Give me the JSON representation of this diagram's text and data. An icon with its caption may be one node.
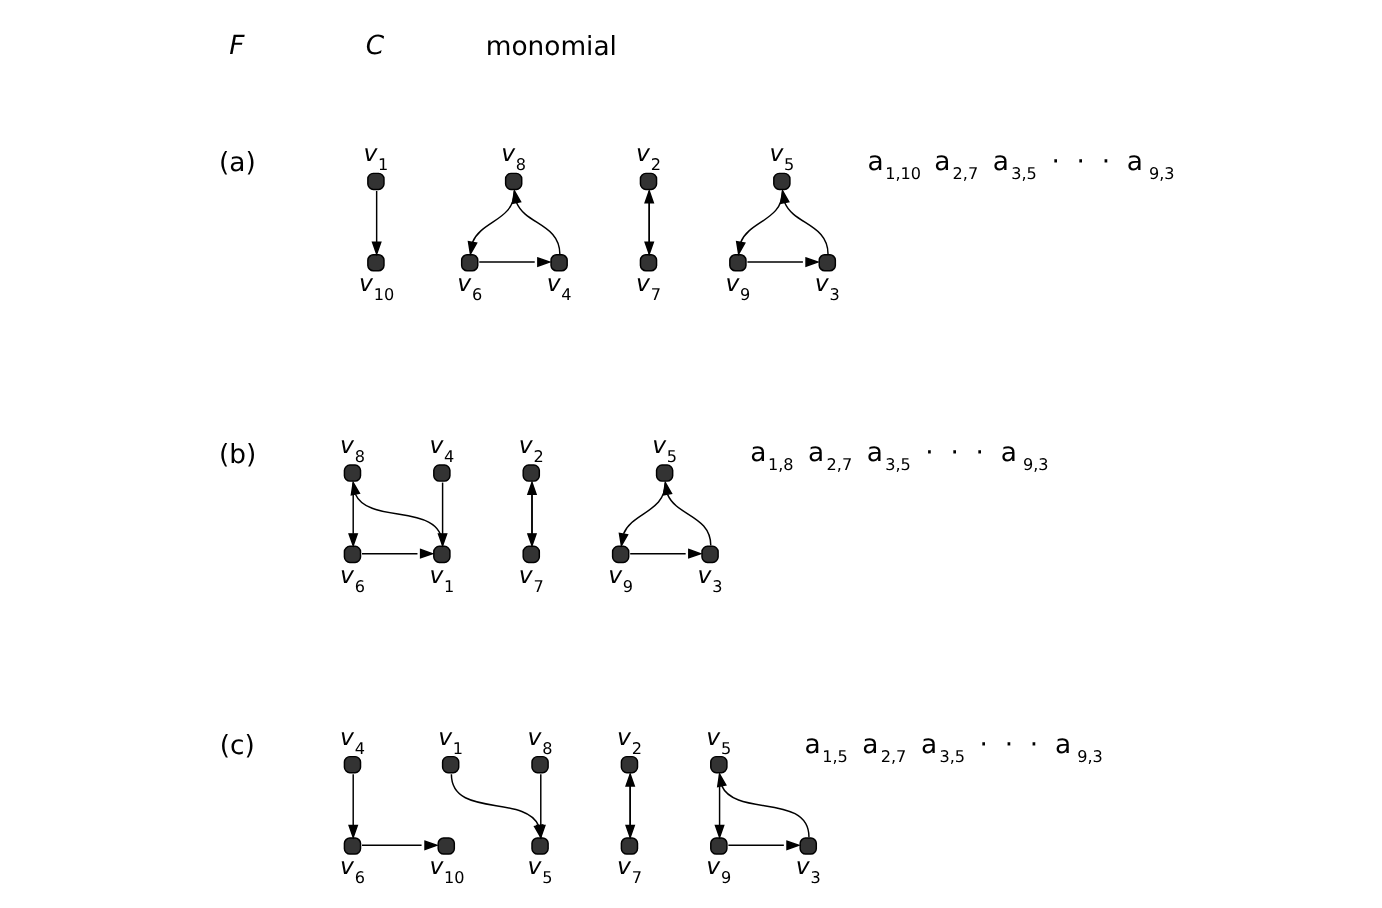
{
  "diagram": {
    "nodes": [
      {
        "text": [],
        "shape": "circle",
        "beside": [
          "v$_{1}$"
        ]
      },
      {
        "text": [],
        "shape": "circle",
        "beside": [
          "v$_{10}$"
        ]
      },
      {
        "text": [],
        "shape": "circle",
        "beside": [
          "v$_{8}$"
        ]
      },
      {
        "text": [],
        "shape": "circle",
        "beside": [
          "v$_{4}$"
        ]
      },
      {
        "text": [],
        "shape": "circle",
        "beside": [
          "v$_{6}$"
        ]
      },
      {
        "text": [],
        "shape": "circle",
        "beside": [
          "v$_{2}$"
        ]
      },
      {
        "text": [],
        "shape": "circle",
        "beside": [
          "v$_{7}$"
        ]
      },
      {
        "text": [],
        "shape": "circle",
        "beside": [
          "v$_{5}$"
        ]
      },
      {
        "text": [],
        "shape": "circle",
        "beside": [
          "v$_{3}$"
        ]
      },
      {
        "text": [],
        "shape": "circle",
        "beside": [
          "v$_{9}$"
        ]
      },
      {
        "text": [],
        "shape": "circle",
        "beside": [
          "v$_{4}$"
        ]
      },
      {
        "text": [],
        "shape": "circle",
        "beside": [
          "v$_{8}$"
        ]
      },
      {
        "text": [],
        "shape": "circle",
        "beside": [
          "v$_{1}$"
        ]
      },
      {
        "text": [],
        "shape": "circle",
        "beside": [
          "v$_{6}$"
        ]
      },
      {
        "text": [],
        "shape": "circle",
        "beside": [
          "v$_{2}$"
        ]
      },
      {
        "text": [],
        "shape": "circle",
        "beside": [
          "v$_{7}$"
        ]
      },
      {
        "text": [],
        "shape": "circle",
        "beside": [
          "v$_{5}$"
        ]
      },
      {
        "text": [],
        "shape": "circle",
        "beside": [
          "v$_{3}$"
        ]
      },
      {
        "text": [],
        "shape": "circle",
        "beside": [
          "v$_{9}$"
        ]
      },
      {
        "text": [],
        "shape": "circle",
        "beside": [
          "v$_{4}$"
        ]
      },
      {
        "text": [],
        "shape": "circle",
        "beside": [
          "v$_{6}$"
        ]
      },
      {
        "text": [],
        "shape": "circle",
        "beside": [
          "v$_{10}$"
        ]
      },
      {
        "text": [],
        "shape": "circle",
        "beside": [
          "v$_{1}$"
        ]
      },
      {
        "text": [],
        "shape": "circle",
        "beside": [
          "v$_{8}$"
        ]
      },
      {
        "text": [],
        "shape": "circle",
        "beside": [
          "v$_{5}$"
        ]
      },
      {
        "text": [],
        "shape": "circle",
        "beside": [
          "v$_{2}$"
        ]
      },
      {
        "text": [],
        "shape": "circle",
        "beside": [
          "v$_{7}$"
        ]
      },
      {
        "text": [],
        "shape": "circle",
        "beside": [
          "v$_{5}$"
        ]
      },
      {
        "text": [],
        "shape": "circle",
        "beside": [
          "v$_{3}$"
        ]
      },
      {
        "text": [],
        "shape": "circle",
        "beside": [
          "v$_{9}$"
        ]
      }
    ],
    "edges": [
      {
        "from": 0,
        "to": 1,
        "arrow": "to"
      },
      {
        "from": 2,
        "to": 4,
        "arrow": "to"
      },
      {
        "from": 4,
        "to": 3,
        "arrow": "to"
      },
      {
        "from": 3,
        "to": 2,
        "arrow": "to"
      },
      {
        "from": 5,
        "to": 6,
        "arrow": "to"
      },
      {
        "from": 6,
        "to": 5,
        "arrow": "to"
      },
      {
        "from": 8,
        "to": 7,
        "arrow": "to"
      },
      {
        "from": 7,
        "to": 9,
        "arrow": "to"
      },
      {
        "from": 9,
        "to": 8,
        "arrow": "to"
      },
      {
        "from": 10,
        "to": 12,
        "arrow": "to"
      },
      {
        "from": 11,
        "to": 13,
        "arrow": "to"
      },
      {
        "from": 13,
        "to": 12,
        "arrow": "to"
      },
      {
        "from": 12,
        "to": 11,
        "arrow": "to"
      },
      {
        "from": 14,
        "to": 15,
        "arrow": "to"
      },
      {
        "from": 15,
        "to": 14,
        "arrow": "to"
      },
      {
        "from": 17,
        "to": 16,
        "arrow": "to"
      },
      {
        "from": 16,
        "to": 18,
        "arrow": "to"
      },
      {
        "from": 18,
        "to": 17,
        "arrow": "to"
      },
      {
        "from": 19,
        "to": 20,
        "arrow": "to"
      },
      {
        "from": 20,
        "to": 21,
        "arrow": "to"
      },
      {
        "from": 22,
        "to": 24,
        "arrow": "to"
      },
      {
        "from": 23,
        "to": 24,
        "arrow": "to"
      },
      {
        "from": 25,
        "to": 26,
        "arrow": "to"
      },
      {
        "from": 26,
        "to": 25,
        "arrow": "to"
      },
      {
        "from": 28,
        "to": 27,
        "arrow": "to"
      },
      {
        "from": 27,
        "to": 29,
        "arrow": "to"
      },
      {
        "from": 29,
        "to": 28,
        "arrow": "to"
      }
    ],
    "labels": [
      "F",
      "C",
      "monomial",
      "(a)",
      "a$_{1,10}$ a$_{2,7}$ a$_{3,5}$ · · · a$_{9,3}$",
      "(b)",
      "a$_{1,8}$ a$_{2,7}$ a$_{3,5}$ · · · a$_{9,3}$",
      "(c)",
      "a$_{1,5}$ a$_{2,7}$ a$_{3,5}$ · · · a$_{9,3}$"
    ]
  }
}
